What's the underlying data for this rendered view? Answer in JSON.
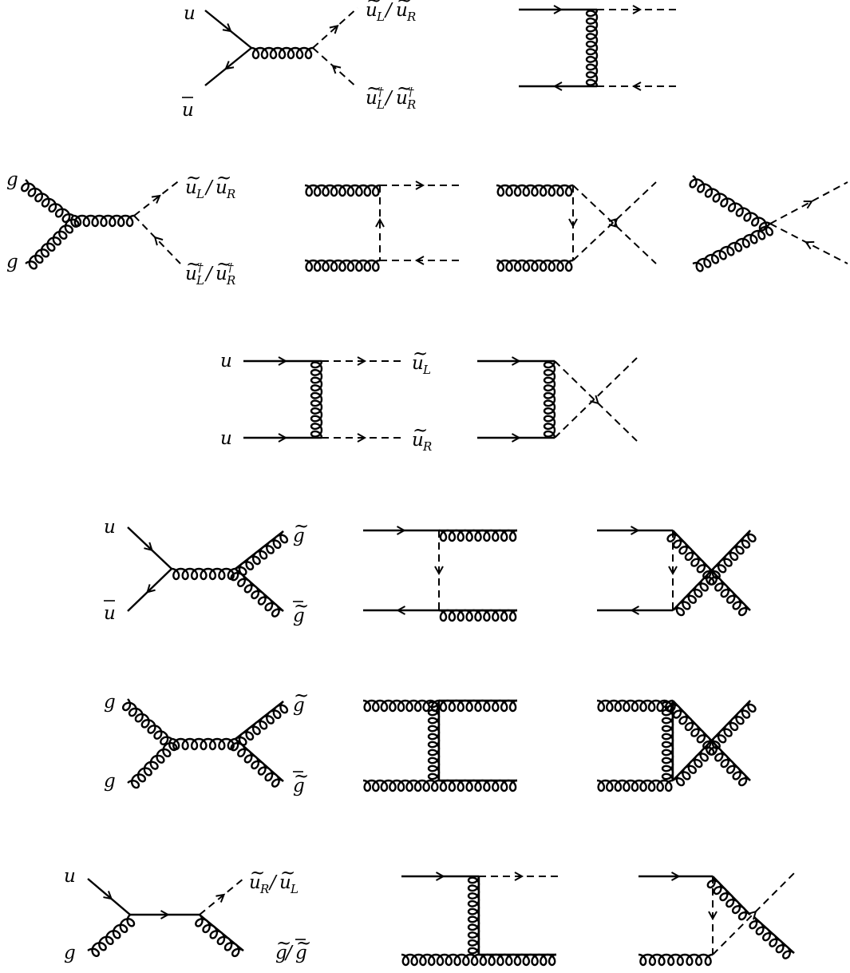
{
  "figure": {
    "rows": [
      {
        "id": "qqbar-to-squarks",
        "labels": {
          "u": "u",
          "ubar": "u",
          "sq_out": "ũ_L/ũ_R",
          "sq_out_dag": "ũ_L†/ũ_R†"
        }
      },
      {
        "id": "gg-to-squarks",
        "labels": {
          "g1": "g",
          "g2": "g",
          "sq_out": "ũ_L/ũ_R",
          "sq_out_dag": "ũ_L†/ũ_R†"
        }
      },
      {
        "id": "uu-to-squarks",
        "labels": {
          "u1": "u",
          "u2": "u",
          "sqL": "ũ_L",
          "sqR": "ũ_R"
        }
      },
      {
        "id": "qqbar-to-gluinos",
        "labels": {
          "u": "u",
          "ubar": "u",
          "gl": "g̃",
          "glbar": "g̃"
        }
      },
      {
        "id": "gg-to-gluinos",
        "labels": {
          "g1": "g",
          "g2": "g",
          "gl": "g̃",
          "glbar": "g̃"
        }
      },
      {
        "id": "qg-to-squark-gluino",
        "labels": {
          "u": "u",
          "g": "g",
          "sq": "ũ_R/ũ_L",
          "gl": "g̃/g̃"
        }
      }
    ]
  },
  "text": {
    "u": "u",
    "g": "g",
    "tilde": "~",
    "dagger": "†",
    "slash": "/",
    "sL": "L",
    "sR": "R",
    "bar": "‾"
  }
}
